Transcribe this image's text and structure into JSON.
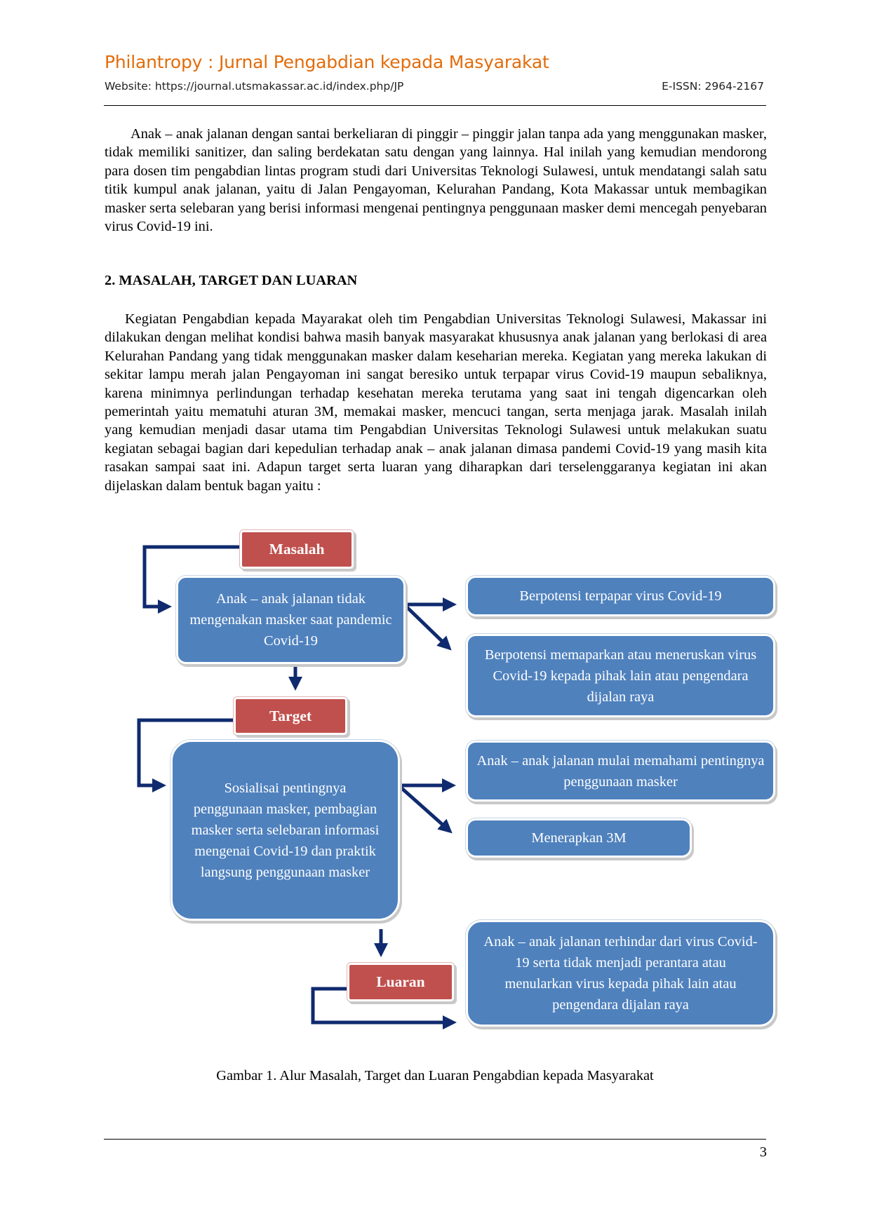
{
  "header": {
    "journal_title": "Philantropy : Jurnal Pengabdian kepada Masyarakat",
    "website": "Website: https://journal.utsmakassar.ac.id/index.php/JP",
    "issn": "E-ISSN: 2964-2167"
  },
  "body": {
    "paragraph_1": "Anak – anak jalanan dengan santai berkeliaran di pinggir – pinggir jalan tanpa ada yang menggunakan masker, tidak memiliki sanitizer, dan saling berdekatan satu dengan yang lainnya. Hal inilah yang kemudian mendorong para dosen tim pengabdian lintas program studi dari Universitas Teknologi Sulawesi, untuk mendatangi salah satu titik kumpul anak jalanan, yaitu di Jalan Pengayoman, Kelurahan Pandang, Kota Makassar untuk membagikan masker serta selebaran yang berisi informasi mengenai pentingnya penggunaan masker demi mencegah penyebaran virus Covid-19 ini.",
    "section_heading": "2.   MASALAH, TARGET DAN LUARAN",
    "paragraph_2": "Kegiatan Pengabdian kepada Mayarakat oleh tim Pengabdian Universitas Teknologi Sulawesi, Makassar ini dilakukan dengan melihat kondisi bahwa masih banyak masyarakat khususnya anak jalanan yang berlokasi di area Kelurahan Pandang yang tidak menggunakan masker dalam keseharian mereka. Kegiatan yang mereka lakukan di sekitar lampu merah jalan Pengayoman ini sangat beresiko untuk terpapar virus Covid-19 maupun sebaliknya, karena minimnya perlindungan terhadap kesehatan mereka terutama yang saat ini tengah digencarkan oleh pemerintah yaitu mematuhi aturan 3M, memakai masker, mencuci tangan, serta menjaga jarak. Masalah inilah yang kemudian menjadi dasar utama tim Pengabdian Universitas Teknologi Sulawesi untuk melakukan suatu kegiatan sebagai bagian dari kepedulian terhadap anak – anak jalanan dimasa pandemi Covid-19 yang masih kita rasakan sampai saat ini. Adapun target serta luaran yang diharapkan dari terselenggaranya kegiatan ini akan dijelaskan dalam bentuk bagan yaitu :"
  },
  "diagram": {
    "masalah_label": "Masalah",
    "masalah_text": "Anak – anak jalanan tidak mengenakan masker saat pandemic Covid-19",
    "masalah_effect_1": "Berpotensi terpapar virus Covid-19",
    "masalah_effect_2": "Berpotensi memaparkan atau meneruskan virus Covid-19 kepada pihak lain atau pengendara dijalan raya",
    "target_label": "Target",
    "target_text": "Sosialisai pentingnya penggunaan masker, pembagian masker serta selebaran informasi mengenai Covid-19 dan praktik langsung penggunaan masker",
    "target_effect_1": "Anak – anak jalanan mulai memahami pentingnya penggunaan masker",
    "target_effect_2": "Menerapkan 3M",
    "luaran_label": "Luaran",
    "luaran_text": "Anak – anak jalanan terhindar dari virus Covid-19 serta tidak menjadi perantara atau menularkan virus kepada pihak lain atau pengendara dijalan raya",
    "colors": {
      "blue": "#4f81bd",
      "red": "#c0504d",
      "arrow": "#0f2a6e"
    }
  },
  "caption": "Gambar 1. Alur Masalah, Target dan Luaran Pengabdian kepada Masyarakat",
  "page_number": "3"
}
